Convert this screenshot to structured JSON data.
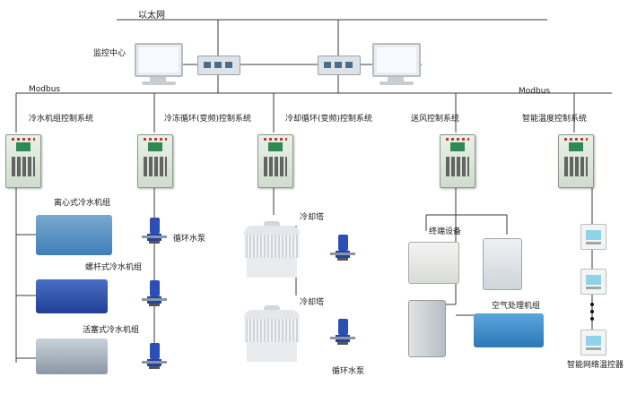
{
  "network": {
    "ethernet_label": "以太网",
    "monitoring_center_label": "监控中心",
    "modbus_left_label": "Modbus",
    "modbus_right_label": "Modbus"
  },
  "subsystems": [
    {
      "id": "chiller",
      "title": "冷水机组控制系统"
    },
    {
      "id": "chilled",
      "title": "冷冻循环(变频)控制系统"
    },
    {
      "id": "cooling",
      "title": "冷却循环(变频)控制系统"
    },
    {
      "id": "air",
      "title": "送风控制系统"
    },
    {
      "id": "temp",
      "title": "智能温度控制系统"
    }
  ],
  "equipment": {
    "centrifugal_chiller": "离心式冷水机组",
    "screw_chiller": "螺杆式冷水机组",
    "piston_chiller": "活塞式冷水机组",
    "circulating_pump_top": "循环水泵",
    "cooling_tower_top": "冷却塔",
    "cooling_tower_bottom": "冷却塔",
    "circulating_pump_bottom": "循环水泵",
    "terminal_equipment": "终端设备",
    "air_handling_unit": "空气处理机组",
    "network_thermostat": "智能网络温控器"
  },
  "colors": {
    "line": "#3a3a3a",
    "panel": "#d9e5d7",
    "pump": "#2b4fb5",
    "chiller": "#3f7fb8"
  },
  "icons": [
    "monitor-icon",
    "network-switch-icon",
    "control-panel-icon",
    "pump-icon",
    "cooling-tower-icon",
    "chiller-icon",
    "thermostat-icon",
    "fan-coil-icon",
    "refrigerator-icon",
    "air-handler-icon"
  ]
}
